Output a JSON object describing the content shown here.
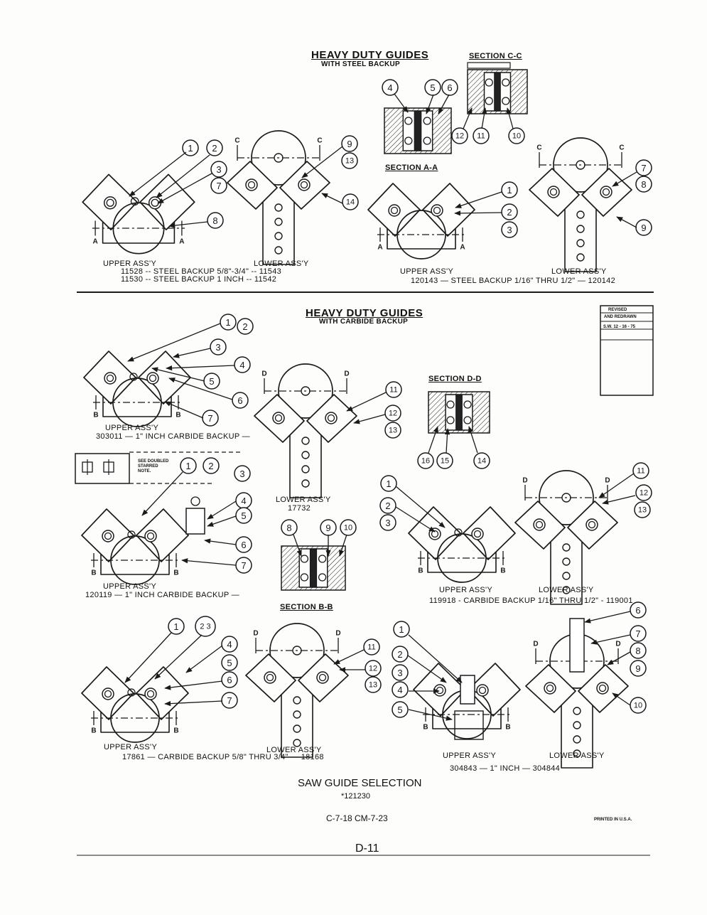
{
  "section_top": {
    "title": "HEAVY DUTY GUIDES",
    "subtitle": "WITH STEEL BACKUP",
    "section_cc": "SECTION C-C",
    "section_aa": "SECTION A-A",
    "left_upper": "UPPER ASS'Y",
    "left_lower": "LOWER ASS'Y",
    "left_line1": "11528 -- STEEL BACKUP 5/8\"-3/4\" -- 11543",
    "left_line2": "11530 -- STEEL BACKUP 1 INCH -- 11542",
    "right_upper": "UPPER ASS'Y",
    "right_lower": "LOWER ASS'Y",
    "right_line": "120143 — STEEL BACKUP 1/16\" THRU 1/2\" — 120142"
  },
  "section_bottom": {
    "title": "HEAVY DUTY GUIDES",
    "subtitle": "WITH CARBIDE BACKUP",
    "section_dd": "SECTION D-D",
    "section_bb": "SECTION B-B",
    "a_upper": "UPPER ASS'Y",
    "a_line": "303011 — 1\" INCH CARBIDE BACKUP —",
    "note": [
      "SEE DOUBLED",
      "STARRED",
      "NOTE."
    ],
    "b_upper": "UPPER ASS'Y",
    "b_line": "120119 — 1\" INCH CARBIDE BACKUP —",
    "lower_c": "LOWER ASS'Y",
    "lower_c_num": "17732",
    "e_upper": "UPPER ASS'Y",
    "e_lower": "LOWER ASS'Y",
    "e_line": "119918 - CARBIDE BACKUP 1/16\" THRU 1/2\" - 119001",
    "f_upper": "UPPER ASS'Y",
    "f_lower": "LOWER ASS'Y",
    "f_line": "17861 — CARBIDE BACKUP 5/8\" THRU 3/4\" — 18168",
    "g_upper": "UPPER ASS'Y",
    "g_lower": "LOWER ASS'Y",
    "g_line": "304843   — 1\" INCH —   304844"
  },
  "revised_box": {
    "line1": "REVISED",
    "line2": "AND REDRAWN",
    "line3": "S.W. 12 - 16 - 75"
  },
  "footer": {
    "caption": "SAW GUIDE SELECTION",
    "part_number": "*121230",
    "codes": "C-7-18  CM-7-23",
    "printed": "PRINTED IN U.S.A.",
    "page": "D-11"
  },
  "section_letters": {
    "a": "A",
    "b": "B",
    "c": "C",
    "d": "D"
  },
  "callout_numbers": {
    "n1": "1",
    "n2": "2",
    "n3": "3",
    "n4": "4",
    "n5": "5",
    "n6": "6",
    "n7": "7",
    "n8": "8",
    "n9": "9",
    "n10": "10",
    "n11": "11",
    "n12": "12",
    "n13": "13",
    "n14": "14",
    "n15": "15",
    "n16": "16",
    "n23": "2 3"
  }
}
